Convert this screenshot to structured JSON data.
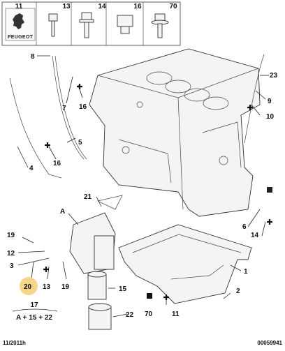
{
  "header": {
    "brand": "PEUGEOT",
    "cells": [
      "11",
      "13",
      "14",
      "16",
      "70"
    ]
  },
  "labels": {
    "l8": "8",
    "l7": "7",
    "l16a": "16",
    "l5": "5",
    "l16b": "16",
    "l4": "4",
    "l23": "23",
    "l9": "9",
    "l10": "10",
    "l21": "21",
    "lA": "A",
    "l6": "6",
    "l14": "14",
    "l19a": "19",
    "l12": "12",
    "l3": "3",
    "l20": "20",
    "l13": "13",
    "l19b": "19",
    "l15": "15",
    "l1": "1",
    "l2": "2",
    "l11": "11",
    "l70": "70",
    "l22": "22",
    "l17": "17"
  },
  "formula": "A + 15 + 22",
  "footer": {
    "date": "11/2011h",
    "ref": "00059941"
  },
  "colors": {
    "highlight": "#f7d58a",
    "ink": "#222222"
  }
}
